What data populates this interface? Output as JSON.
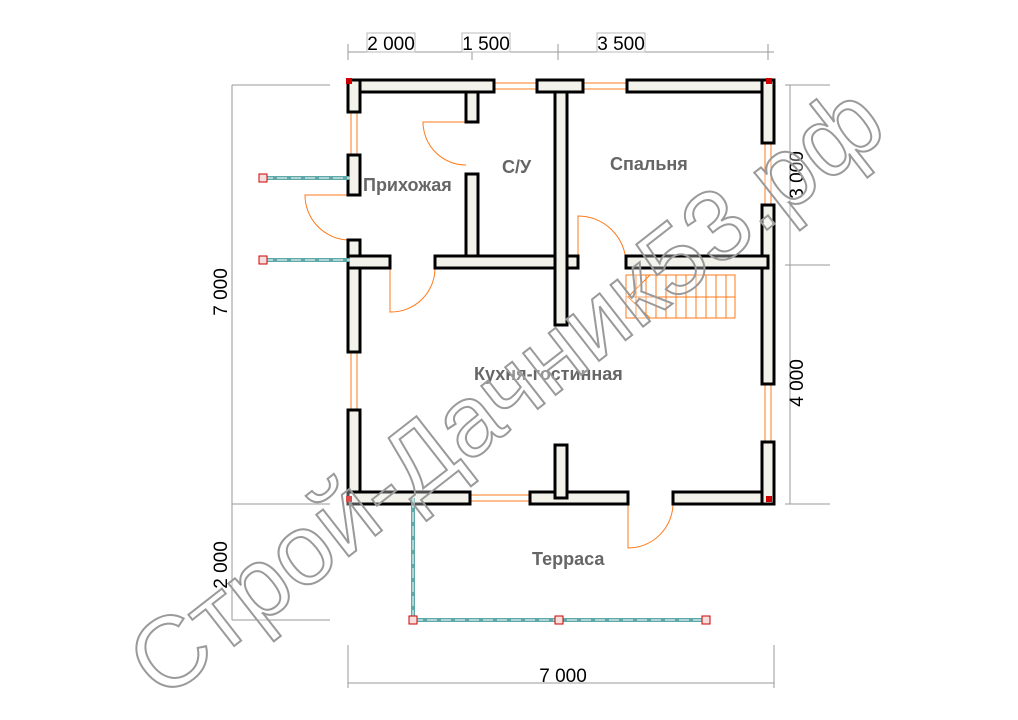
{
  "rooms": {
    "hall": "Прихожая",
    "bathroom": "С/У",
    "bedroom": "Спальня",
    "kitchen_living": "Кухня-гостинная",
    "terrace": "Терраса"
  },
  "dimensions": {
    "top": [
      "2 000",
      "1 500",
      "3 500"
    ],
    "left_total": "7 000",
    "left_terrace": "2 000",
    "right": [
      "3 000",
      "4 000"
    ],
    "bottom": "7 000"
  },
  "watermark": "Строй-Дачник53.рф",
  "colors": {
    "wall_fill": "#f2f2ea",
    "opening": "#ff7a1a",
    "porch": "#5fa8a8",
    "post": "#cc0000"
  }
}
